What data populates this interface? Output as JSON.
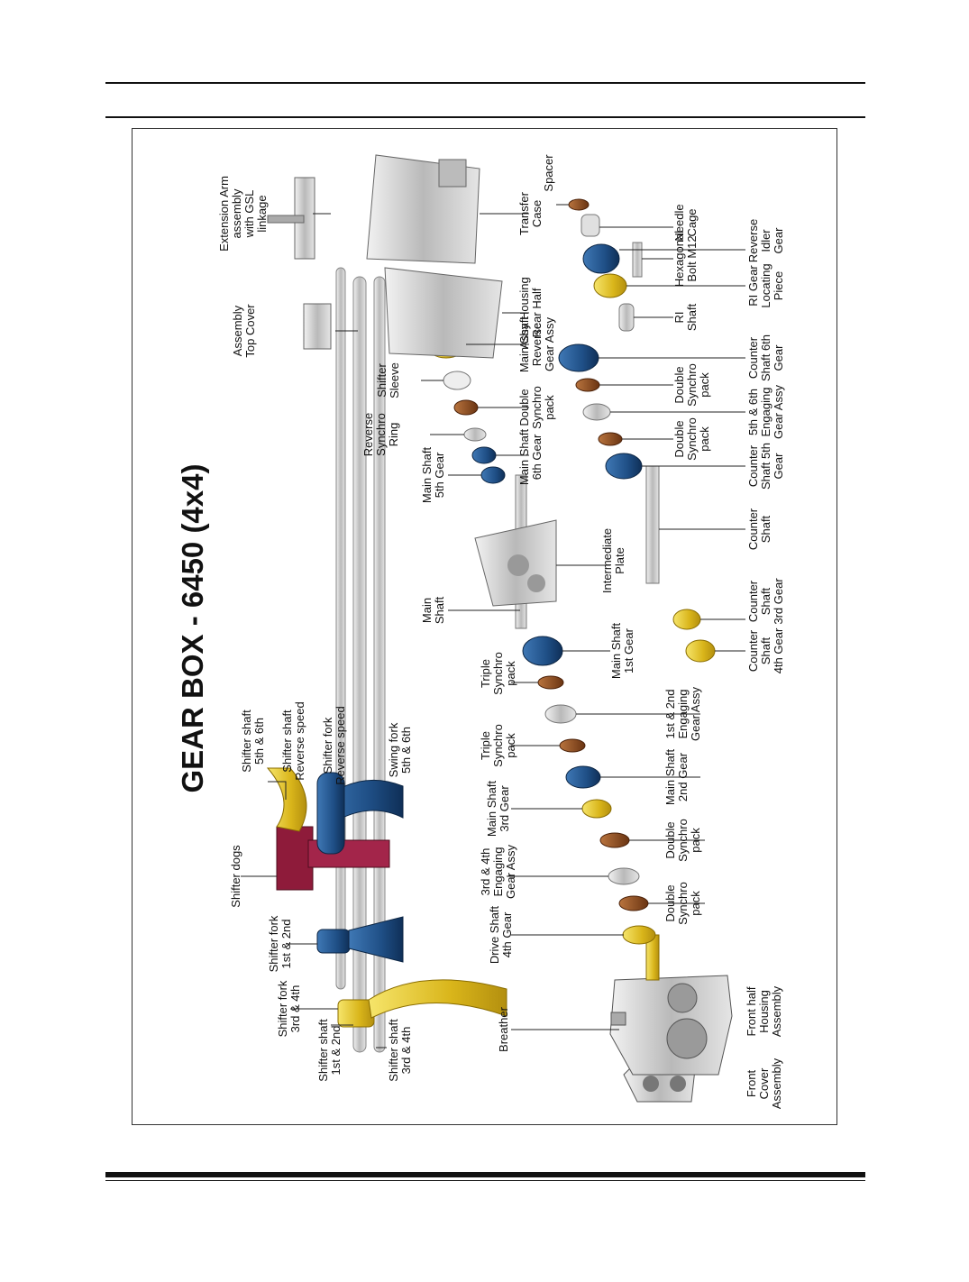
{
  "title": "GEAR BOX - 6450 (4x4)",
  "colors": {
    "yellow": "#e7c82a",
    "blue": "#1f4f86",
    "bronze": "#8a4a1f",
    "silver": "#c8c8c8",
    "maroon": "#8e1b3a"
  },
  "labels": {
    "shifter_fork_3_4": "Shifter fork\n3rd & 4th",
    "shifter_shaft_1_2": "Shifter shaft\n1st & 2nd",
    "shifter_shaft_3_4": "Shifter shaft\n3rd & 4th",
    "shifter_fork_1_2": "Shifter fork\n1st & 2nd",
    "shifter_dogs": "Shifter dogs",
    "shifter_shaft_5_6": "Shifter shaft\n5th & 6th",
    "shifter_shaft_rev": "Shifter shaft\nReverse speed",
    "shifter_fork_rev": "Shifter fork\nReverse speed",
    "swing_fork": "Swing fork\n5th & 6th",
    "breather": "Breather",
    "drive_shaft_4th": "Drive Shaft\n4th Gear",
    "gear_3_4_engaging": "3rd & 4th\nEngaging\nGear Assy",
    "main_shaft_3rd": "Main Shaft\n3rd Gear",
    "triple_synchro_1": "Triple\nSynchro\npack",
    "triple_synchro_2": "Triple\nSynchro\npack",
    "main_shaft": "Main\nShaft",
    "main_shaft_5th": "Main Shaft\n5th Gear",
    "reverse_synchro_ring": "Reverse\nSynchro\nRing",
    "shifter_sleeve": "Shifter\nSleeve",
    "assembly_top_cover": "Assembly\nTop Cover",
    "extension_arm": "Extension Arm\nassembly\nwith GSL linkage",
    "front_cover": "Front\nCover\nAssembly",
    "front_half_housing": "Front half\nHousing\nAssembly",
    "double_synchro_a": "Double\nSynchro\npack",
    "double_synchro_b": "Double\nSynchro\npack",
    "main_shaft_2nd": "Main Shaft\n2nd Gear",
    "gear_1_2_engaging": "1st & 2nd\nEngaging\nGear Assy",
    "main_shaft_1st": "Main Shaft\n1st Gear",
    "intermediate_plate": "Intermediate\nPlate",
    "main_shaft_6th": "Main Shaft\n6th Gear",
    "double_synchro_c": "Double\nSynchro\npack",
    "main_shaft_reverse": "Main Shaft\nReverse\nGear Assy",
    "assy_housing_rear": "Assy Housing\nRear Half",
    "transfer_case": "Transfer\nCase",
    "spacer": "Spacer",
    "counter_shaft_4th": "Counter\nShaft\n4th Gear",
    "counter_shaft_3rd": "Counter\nShaft\n3rd Gear",
    "counter_shaft": "Counter\nShaft",
    "counter_shaft_5th": "Counter\nShaft 5th\nGear",
    "double_synchro_d": "Double\nSynchro\npack",
    "gear_5_6_engaging": "5th & 6th\nEngaging\nGear Assy",
    "double_synchro_e": "Double\nSynchro\npack",
    "counter_shaft_6th": "Counter\nShaft 6th\nGear",
    "ri_shaft": "RI\nShaft",
    "hexagonal_bolt": "Hexagonal\nBolt M12",
    "needle_cage": "Needle\nCage",
    "ri_gear_locating": "RI Gear\nLocating\nPiece",
    "reverse_idler": "Reverse\nIdler\nGear"
  }
}
